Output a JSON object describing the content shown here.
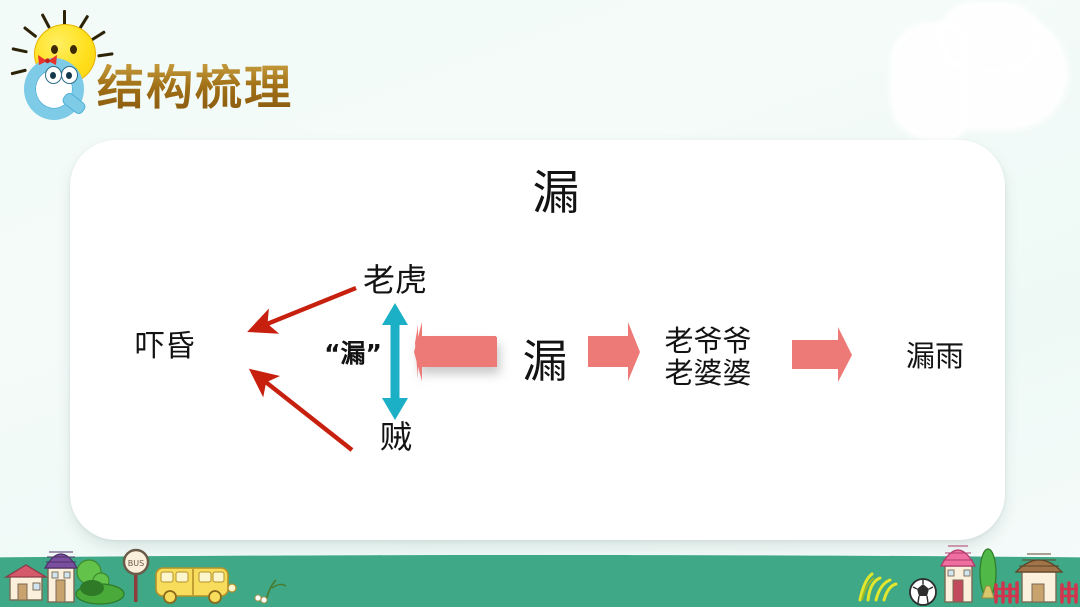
{
  "slide": {
    "title": "结构梳理",
    "logo": {
      "letter": "Q",
      "icons": [
        "sun-smiley-icon",
        "letter-q-mascot-icon"
      ]
    },
    "background_color": "#f2fbf8",
    "title_color": "#a06f16",
    "grass_color": "#3ea887"
  },
  "diagram": {
    "type": "concept-map",
    "card_color": "#ffffff",
    "nodes": {
      "heading": "漏",
      "center": "漏",
      "quoted_word": "“漏”",
      "tiger": "老虎",
      "thief": "贼",
      "frightened": "吓昏",
      "old_couple": "老爷爷\n老婆婆",
      "leaking_rain": "漏雨"
    },
    "arrows": [
      {
        "name": "arrow-center-to-left",
        "style": "block",
        "color": "#ee7a77",
        "direction": "left",
        "from": "漏",
        "to": "“漏”"
      },
      {
        "name": "arrow-center-to-couple",
        "style": "block",
        "color": "#ee7a77",
        "direction": "right",
        "from": "漏",
        "to": "老爷爷老婆婆"
      },
      {
        "name": "arrow-couple-to-rain",
        "style": "block",
        "color": "#ee7a77",
        "direction": "right",
        "from": "老爷爷老婆婆",
        "to": "漏雨"
      },
      {
        "name": "arrow-tiger-thief-pair",
        "style": "double-headed",
        "color": "#1bb0c6",
        "direction": "vertical",
        "from": "老虎",
        "to": "贼"
      },
      {
        "name": "arrow-tiger-to-faint",
        "style": "line",
        "color": "#c8200f",
        "direction": "down-left",
        "from": "老虎",
        "to": "吓昏"
      },
      {
        "name": "arrow-thief-to-faint",
        "style": "line",
        "color": "#c8200f",
        "direction": "up-left",
        "from": "贼",
        "to": "吓昏"
      }
    ]
  },
  "scenery": {
    "left_items": [
      "house-icon",
      "tower-house-icon",
      "tree-icon",
      "bush-icon",
      "bus-stop-sign-icon",
      "school-bus-icon",
      "flower-icon"
    ],
    "right_items": [
      "grass-tuft-icon",
      "soccer-ball-icon",
      "pink-tower-icon",
      "fence-icon",
      "hut-icon"
    ]
  }
}
